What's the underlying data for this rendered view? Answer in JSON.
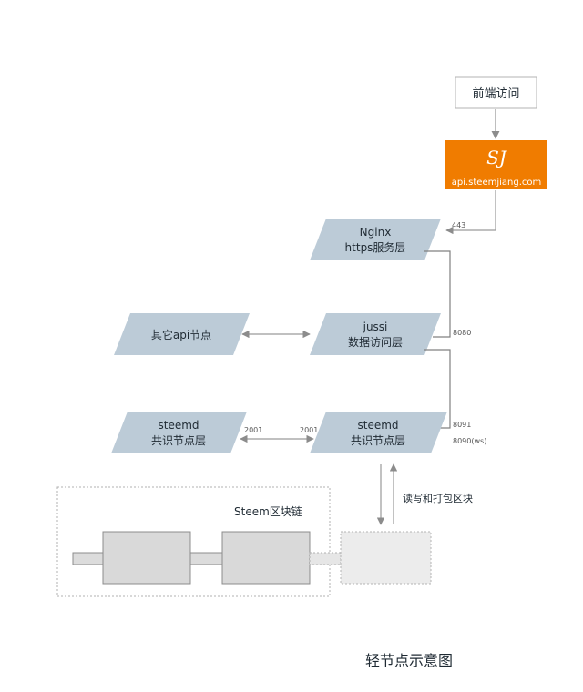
{
  "diagram_title": "轻节点示意图",
  "client": {
    "label": "前端访问"
  },
  "gateway": {
    "domain": "api.steemjiang.com",
    "logo_text": "SJ"
  },
  "nginx": {
    "line1": "Nginx",
    "line2": "https服务层",
    "port": "443"
  },
  "jussi": {
    "line1": "jussi",
    "line2": "数据访问层",
    "port": "8080"
  },
  "other_api": {
    "label": "其它api节点"
  },
  "steemd_local": {
    "line1": "steemd",
    "line2": "共识节点层",
    "port_in": "2001",
    "port_rpc": "8091",
    "port_ws": "8090(ws)"
  },
  "steemd_peer": {
    "line1": "steemd",
    "line2": "共识节点层",
    "port": "2001"
  },
  "blockchain": {
    "label": "Steem区块链",
    "rw_label": "读写和打包区块"
  },
  "colors": {
    "parallelogram": "#bccbd7",
    "gateway": "#f07c00",
    "block": "#d9d9d9",
    "new_block": "#ececec",
    "line": "#9a9a9a"
  }
}
